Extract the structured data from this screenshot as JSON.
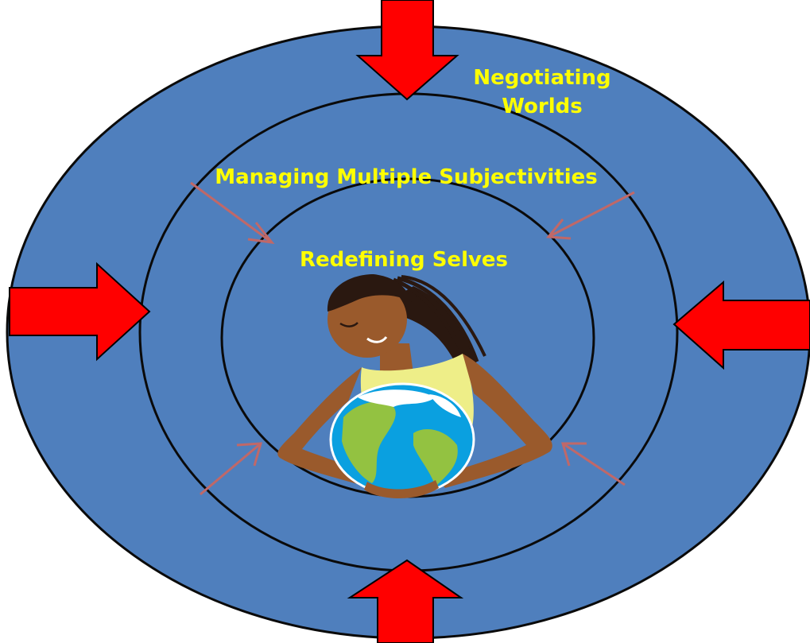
{
  "colors": {
    "ring_fill": "#4f7fbd",
    "ring_stroke": "#0a0a0a",
    "label": "#ffff00",
    "big_arrow": "#ff0000",
    "small_arrow": "#c06868",
    "skin": "#9a5a2c",
    "skin_shadow": "#6e3d1b",
    "hair": "#2a1810",
    "top": "#eeee88",
    "ocean": "#0aa0e0",
    "land": "#93c241",
    "ice": "#ffffff"
  },
  "labels": {
    "outer": [
      "Negotiating",
      "Worlds"
    ],
    "middle": "Managing Multiple Subjectivities",
    "inner": "Redefining Selves"
  },
  "illustration": {
    "subject": "woman-holding-globe",
    "icon": "woman-with-globe-icon"
  },
  "arrows": {
    "big": [
      "arrow-top",
      "arrow-bottom",
      "arrow-left",
      "arrow-right"
    ],
    "small": [
      "arrow-upper-left",
      "arrow-upper-right",
      "arrow-lower-left",
      "arrow-lower-right"
    ]
  }
}
